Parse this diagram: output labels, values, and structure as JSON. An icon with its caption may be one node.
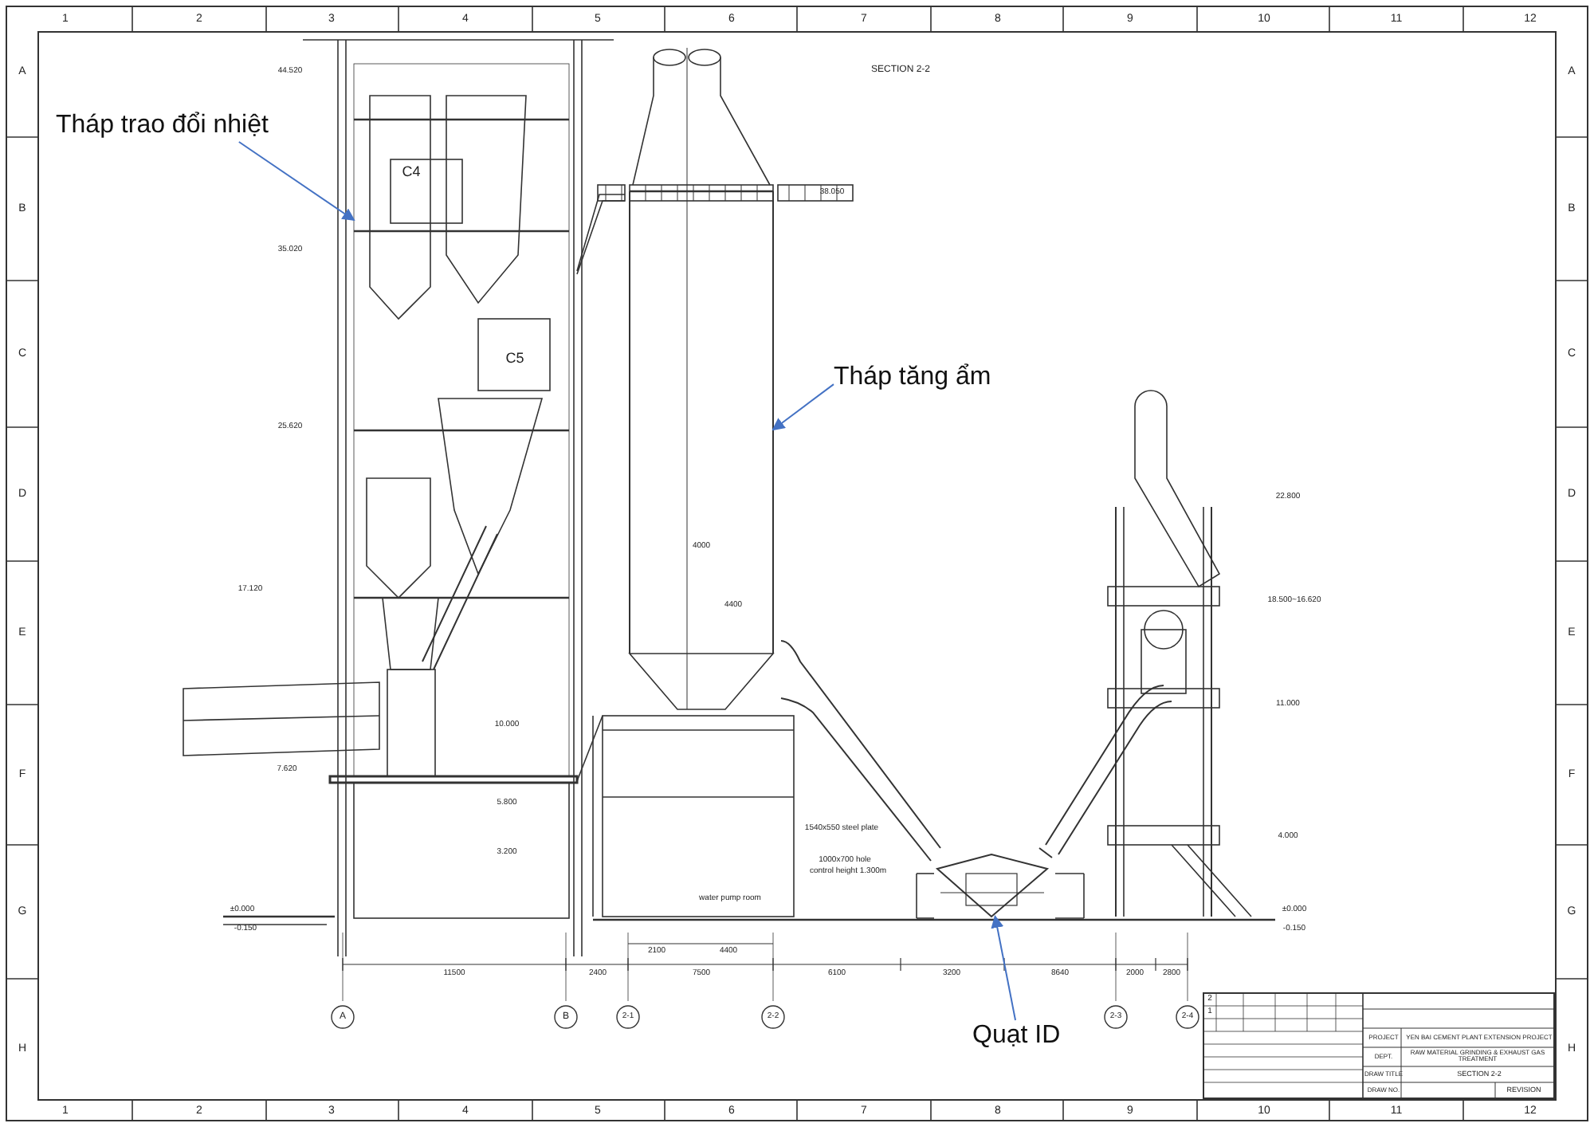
{
  "diagram": {
    "nodes": [
      {
        "text": [
          "Tháp trao đổi nhiệt"
        ]
      },
      {
        "text": [
          "Tháp tăng ẩm"
        ]
      },
      {
        "text": [
          "Quạt ID"
        ]
      },
      {
        "text": [],
        "shape": "picture"
      },
      {
        "text": [],
        "shape": "picture"
      },
      {
        "text": [],
        "shape": "picture"
      }
    ],
    "edges": [
      {
        "from": 0,
        "to": 3,
        "arrow": "to"
      },
      {
        "from": 1,
        "to": 4,
        "arrow": "to"
      },
      {
        "from": 2,
        "to": 5,
        "arrow": "to"
      }
    ],
    "labels": [
      "1",
      "2",
      "3",
      "4",
      "5",
      "6",
      "7",
      "8",
      "9",
      "10",
      "11",
      "12",
      "A",
      "B",
      "C",
      "D",
      "E",
      "F",
      "G",
      "H",
      "A",
      "B",
      "C",
      "D",
      "E",
      "F",
      "G",
      "H",
      "1",
      "2",
      "3",
      "4",
      "5",
      "6",
      "7",
      "8",
      "9",
      "10",
      "11",
      "12",
      "SECTION 2-2",
      "44.520",
      "C4",
      "35.020",
      "38.050",
      "C5",
      "25.620",
      "17.120",
      "10.000",
      "7.620",
      "5.800",
      "3.200",
      "±0.000",
      "-0.150",
      "4000",
      "4400",
      "1540x550 steel plate",
      "1000x700 hole",
      "control height 1.300m",
      "water pump room",
      "22.800",
      "18.500~16.620",
      "11.000",
      "4.000",
      "±0.000",
      "-0.150",
      "2100",
      "4400",
      "11500",
      "2400",
      "7500",
      "6100",
      "3200",
      "8640",
      "2000",
      "2800",
      "A",
      "B",
      "2-1",
      "2-2",
      "2-3",
      "2-4",
      "2",
      "1",
      "PROJECT",
      "YEN BAI CEMENT PLANT EXTENSION PROJECT",
      "DEPT.",
      "RAW MATERIAL GRINDING & EXHAUST GAS TREATMENT",
      "DRAW TITLE",
      "SECTION 2-2",
      "DRAW NO.",
      "REVISION"
    ]
  }
}
